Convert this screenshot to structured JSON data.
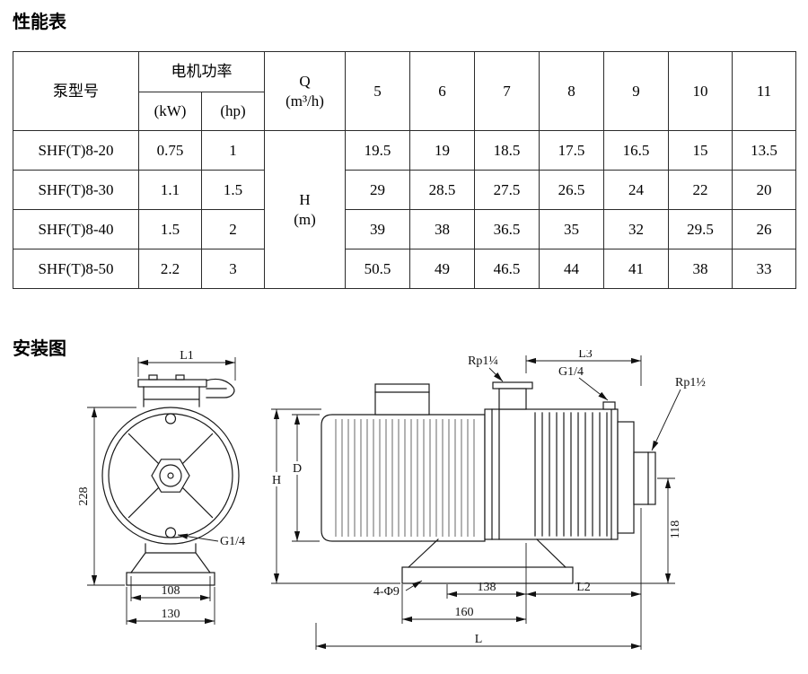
{
  "titles": {
    "performance": "性能表",
    "installation": "安装图"
  },
  "chart_data": {
    "type": "table",
    "title": "性能表",
    "header": {
      "model": "泵型号",
      "motor_power": "电机功率",
      "kw": "(kW)",
      "hp": "(hp)",
      "q": "Q",
      "q_unit": "(m³/h)",
      "flows": [
        "5",
        "6",
        "7",
        "8",
        "9",
        "10",
        "11"
      ],
      "h": "H",
      "h_unit": "(m)"
    },
    "rows": [
      {
        "model": "SHF(T)8-20",
        "kw": "0.75",
        "hp": "1",
        "heads": [
          "19.5",
          "19",
          "18.5",
          "17.5",
          "16.5",
          "15",
          "13.5"
        ]
      },
      {
        "model": "SHF(T)8-30",
        "kw": "1.1",
        "hp": "1.5",
        "heads": [
          "29",
          "28.5",
          "27.5",
          "26.5",
          "24",
          "22",
          "20"
        ]
      },
      {
        "model": "SHF(T)8-40",
        "kw": "1.5",
        "hp": "2",
        "heads": [
          "39",
          "38",
          "36.5",
          "35",
          "32",
          "29.5",
          "26"
        ]
      },
      {
        "model": "SHF(T)8-50",
        "kw": "2.2",
        "hp": "3",
        "heads": [
          "50.5",
          "49",
          "46.5",
          "44",
          "41",
          "38",
          "33"
        ]
      }
    ]
  },
  "diagram": {
    "front_view": {
      "l1": "L1",
      "h228": "228",
      "g14": "G1/4",
      "d108": "108",
      "d130": "130"
    },
    "side_view": {
      "l3": "L3",
      "rp114": "Rp1¼",
      "g14": "G1/4",
      "rp112": "Rp1½",
      "h": "H",
      "d": "D",
      "v118": "118",
      "holes": "4-Φ9",
      "d138": "138",
      "l2": "L2",
      "d160": "160",
      "l": "L"
    }
  }
}
